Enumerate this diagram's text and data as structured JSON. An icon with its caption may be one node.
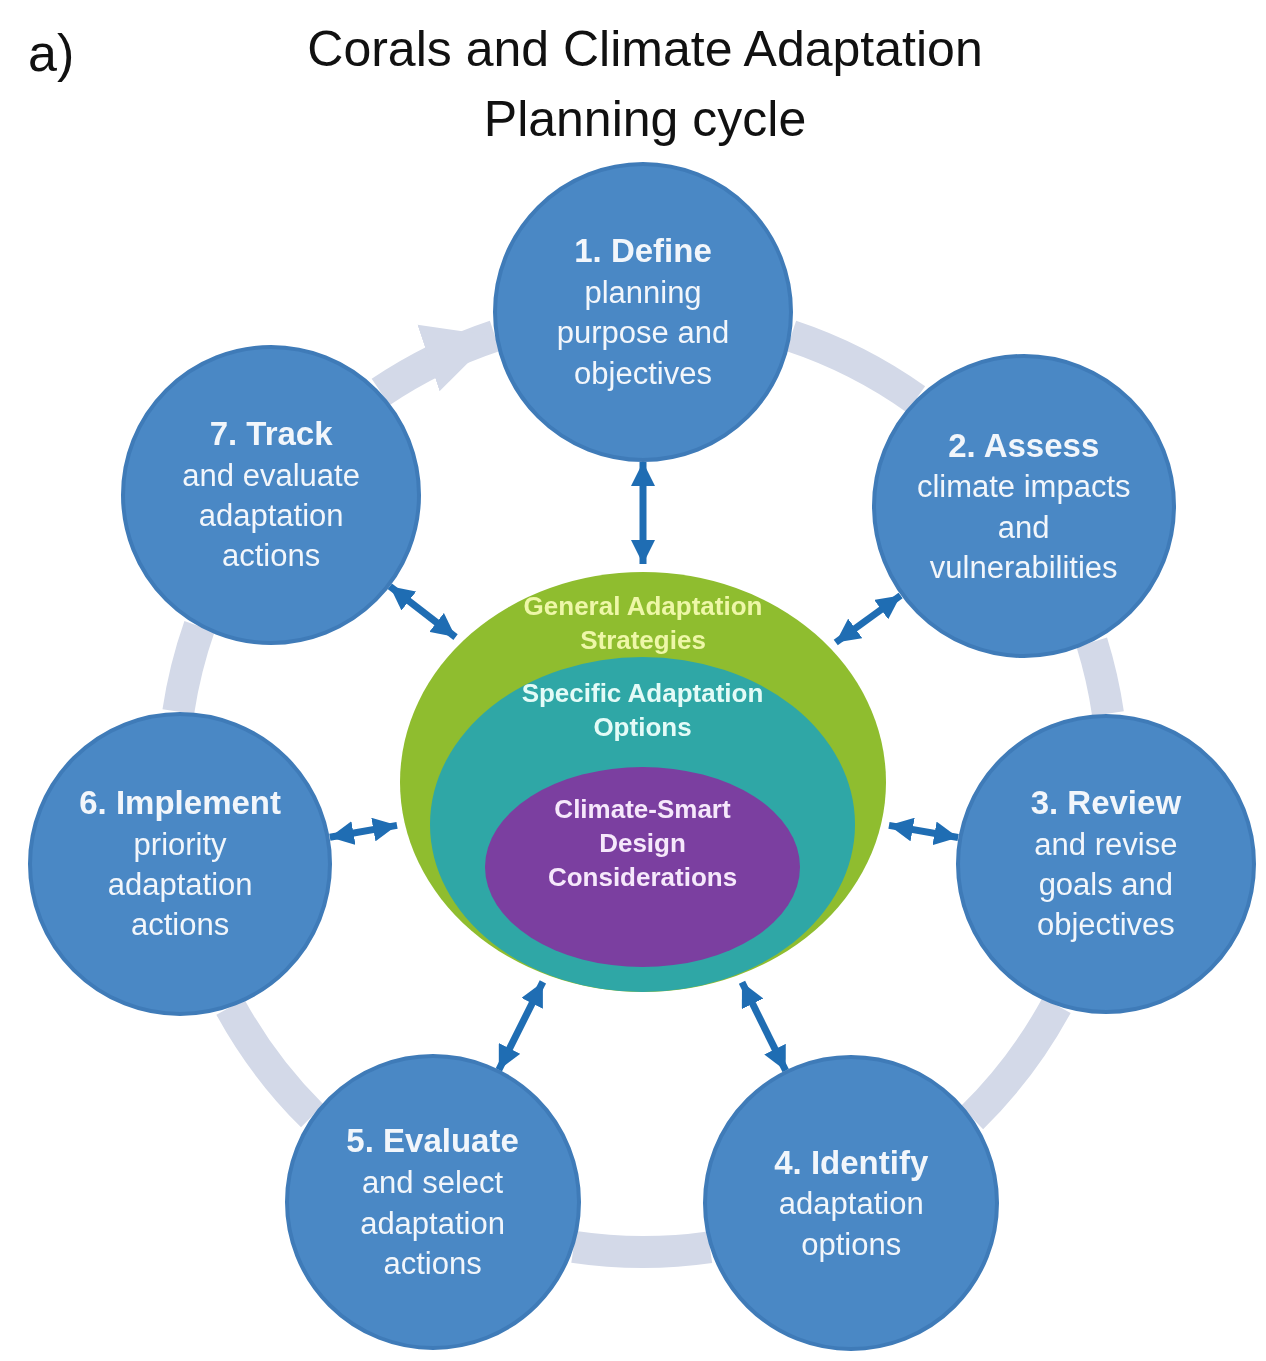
{
  "diagram": {
    "title": "Corals and Climate Adaptation Planning cycle",
    "labels": [
      "a)"
    ],
    "nodes": [
      {
        "text": [
          "1. Define",
          "planning purpose and objectives"
        ]
      },
      {
        "text": [
          "2. Assess",
          "climate impacts and vulnerabilities"
        ]
      },
      {
        "text": [
          "3. Review",
          "and revise goals and objectives"
        ]
      },
      {
        "text": [
          "4. Identify",
          "adaptation options"
        ]
      },
      {
        "text": [
          "5. Evaluate",
          "and select adaptation actions"
        ]
      },
      {
        "text": [
          "6. Implement",
          "priority adaptation actions"
        ]
      },
      {
        "text": [
          "7. Track",
          "and evaluate adaptation actions"
        ]
      },
      {
        "text": [
          "General Adaptation Strategies"
        ]
      },
      {
        "text": [
          "Specific Adaptation Options"
        ],
        "in": 7
      },
      {
        "text": [
          "Climate-Smart Design Considerations"
        ],
        "in": 8
      }
    ],
    "edges": [
      {
        "from": 0,
        "to": 1,
        "arrow": "none",
        "style": "thick",
        "color": "#d3d9e8"
      },
      {
        "from": 1,
        "to": 2,
        "arrow": "none",
        "style": "thick",
        "color": "#d3d9e8"
      },
      {
        "from": 2,
        "to": 3,
        "arrow": "none",
        "style": "thick",
        "color": "#d3d9e8"
      },
      {
        "from": 3,
        "to": 4,
        "arrow": "none",
        "style": "thick",
        "color": "#d3d9e8"
      },
      {
        "from": 4,
        "to": 5,
        "arrow": "none",
        "style": "thick",
        "color": "#d3d9e8"
      },
      {
        "from": 5,
        "to": 6,
        "arrow": "none",
        "style": "thick",
        "color": "#d3d9e8"
      },
      {
        "from": 6,
        "to": 0,
        "arrow": "to",
        "style": "thick",
        "color": "#d3d9e8"
      },
      {
        "from": 7,
        "to": 0,
        "arrow": "both",
        "color": "#1f6db3"
      },
      {
        "from": 7,
        "to": 1,
        "arrow": "both",
        "color": "#1f6db3"
      },
      {
        "from": 7,
        "to": 2,
        "arrow": "both",
        "color": "#1f6db3"
      },
      {
        "from": 7,
        "to": 3,
        "arrow": "both",
        "color": "#1f6db3"
      },
      {
        "from": 7,
        "to": 4,
        "arrow": "both",
        "color": "#1f6db3"
      },
      {
        "from": 7,
        "to": 5,
        "arrow": "both",
        "color": "#1f6db3"
      },
      {
        "from": 7,
        "to": 6,
        "arrow": "both",
        "color": "#1f6db3"
      }
    ]
  }
}
